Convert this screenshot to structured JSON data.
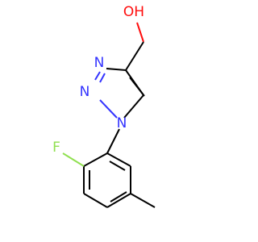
{
  "molecule": {
    "labels": {
      "oh": "OH",
      "n_top": "N",
      "n_mid": "N",
      "n_ring": "N",
      "f": "F"
    },
    "colors": {
      "carbon_bond": "#000000",
      "nitrogen": "#3333ff",
      "oxygen": "#ff0d0d",
      "fluorine": "#90e050"
    }
  }
}
